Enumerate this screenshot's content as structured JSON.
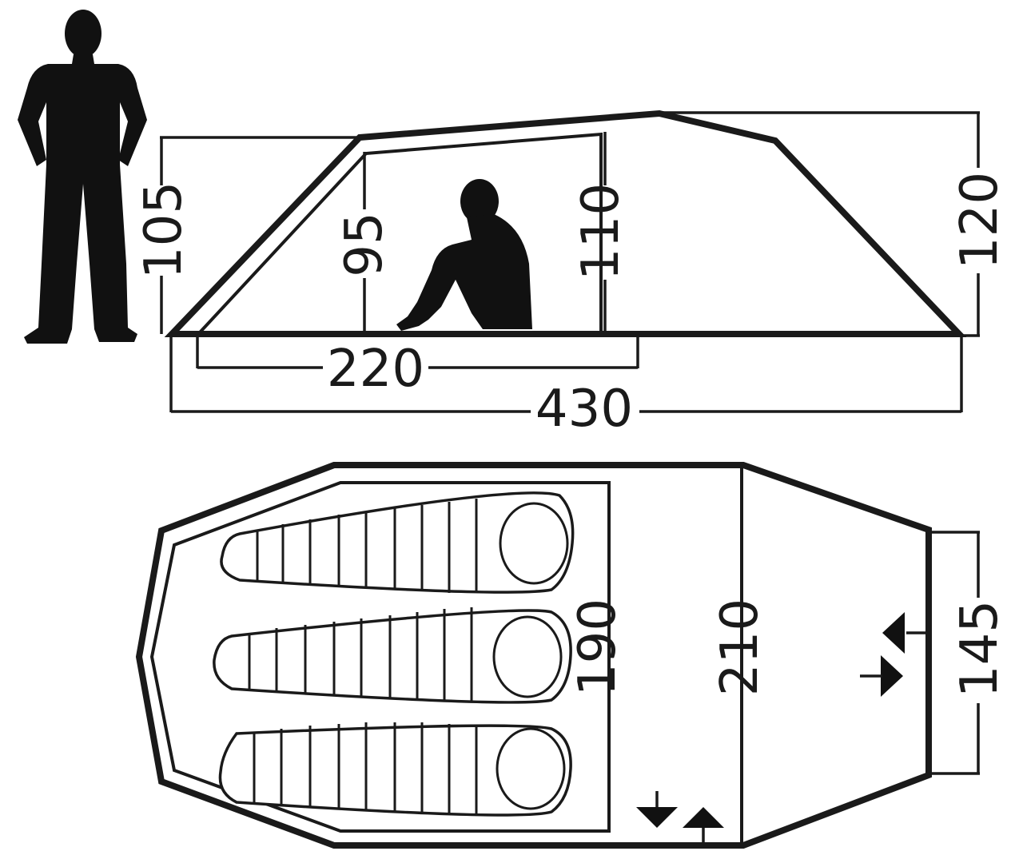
{
  "side_view": {
    "height_front_label": "105",
    "height_inner_front_label": "95",
    "height_inner_rear_label": "110",
    "height_peak_label": "120",
    "inner_length_label": "220",
    "total_length_label": "430"
  },
  "top_view": {
    "inner_length_label": "190",
    "total_width_label": "210",
    "vestibule_width_label": "145"
  },
  "icons": {
    "standing_person": "person-standing-icon",
    "sitting_person": "person-sitting-icon",
    "sleeping_bag": "sleeping-bag-icon",
    "entrance": "entrance-arrows-icon"
  },
  "colors": {
    "line": "#1a1a1a",
    "background": "#ffffff"
  }
}
